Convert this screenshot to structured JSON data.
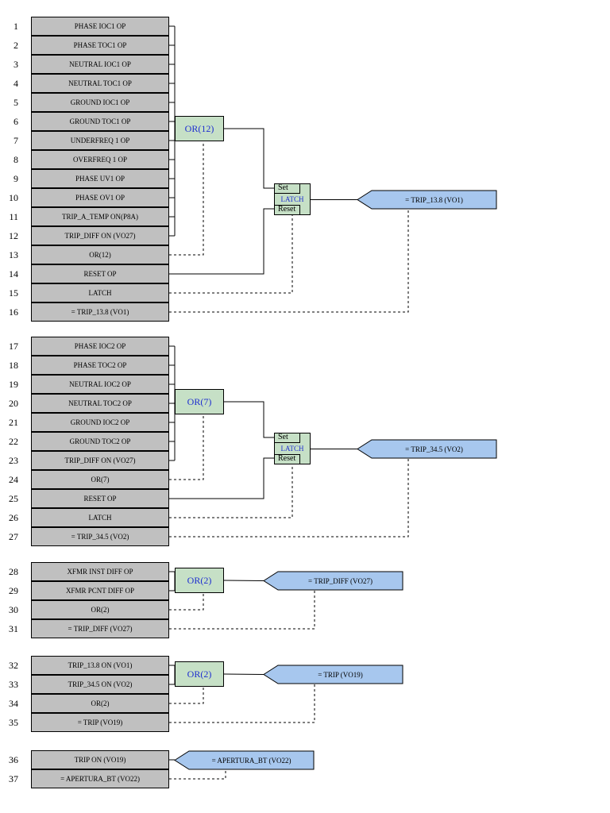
{
  "groups": [
    {
      "rows": [
        {
          "n": "1",
          "label": "PHASE IOC1 OP"
        },
        {
          "n": "2",
          "label": "PHASE TOC1 OP"
        },
        {
          "n": "3",
          "label": "NEUTRAL IOC1 OP"
        },
        {
          "n": "4",
          "label": "NEUTRAL TOC1 OP"
        },
        {
          "n": "5",
          "label": "GROUND IOC1 OP"
        },
        {
          "n": "6",
          "label": "GROUND TOC1 OP"
        },
        {
          "n": "7",
          "label": "UNDERFREQ 1 OP"
        },
        {
          "n": "8",
          "label": "OVERFREQ 1 OP"
        },
        {
          "n": "9",
          "label": "PHASE UV1 OP"
        },
        {
          "n": "10",
          "label": "PHASE OV1 OP"
        },
        {
          "n": "11",
          "label": "TRIP_A_TEMP ON(P8A)"
        },
        {
          "n": "12",
          "label": "TRIP_DIFF ON (VO27)"
        },
        {
          "n": "13",
          "label": "OR(12)"
        },
        {
          "n": "14",
          "label": "RESET OP"
        },
        {
          "n": "15",
          "label": "LATCH"
        },
        {
          "n": "16",
          "label": "= TRIP_13.8 (VO1)"
        }
      ],
      "gate": "OR(12)",
      "latch": {
        "set": "Set",
        "name": "LATCH",
        "reset": "Reset"
      },
      "output": "= TRIP_13.8 (VO1)"
    },
    {
      "rows": [
        {
          "n": "17",
          "label": "PHASE IOC2 OP"
        },
        {
          "n": "18",
          "label": "PHASE TOC2 OP"
        },
        {
          "n": "19",
          "label": "NEUTRAL IOC2 OP"
        },
        {
          "n": "20",
          "label": "NEUTRAL TOC2 OP"
        },
        {
          "n": "21",
          "label": "GROUND IOC2 OP"
        },
        {
          "n": "22",
          "label": "GROUND TOC2 OP"
        },
        {
          "n": "23",
          "label": "TRIP_DIFF ON (VO27)"
        },
        {
          "n": "24",
          "label": "OR(7)"
        },
        {
          "n": "25",
          "label": "RESET OP"
        },
        {
          "n": "26",
          "label": "LATCH"
        },
        {
          "n": "27",
          "label": "= TRIP_34.5 (VO2)"
        }
      ],
      "gate": "OR(7)",
      "latch": {
        "set": "Set",
        "name": "LATCH",
        "reset": "Reset"
      },
      "output": "= TRIP_34.5 (VO2)"
    },
    {
      "rows": [
        {
          "n": "28",
          "label": "XFMR INST DIFF OP"
        },
        {
          "n": "29",
          "label": "XFMR PCNT DIFF OP"
        },
        {
          "n": "30",
          "label": "OR(2)"
        },
        {
          "n": "31",
          "label": "= TRIP_DIFF (VO27)"
        }
      ],
      "gate": "OR(2)",
      "output": "= TRIP_DIFF (VO27)"
    },
    {
      "rows": [
        {
          "n": "32",
          "label": "TRIP_13.8 ON (VO1)"
        },
        {
          "n": "33",
          "label": "TRIP_34.5 ON (VO2)"
        },
        {
          "n": "34",
          "label": "OR(2)"
        },
        {
          "n": "35",
          "label": "= TRIP (VO19)"
        }
      ],
      "gate": "OR(2)",
      "output": "= TRIP (VO19)"
    },
    {
      "rows": [
        {
          "n": "36",
          "label": "TRIP ON (VO19)"
        },
        {
          "n": "37",
          "label": "= APERTURA_BT (VO22)"
        }
      ],
      "output": "= APERTURA_BT (VO22)"
    }
  ],
  "colors": {
    "cell_fill": "#c0c0c0",
    "gate_fill": "#c6e0c6",
    "gate_text": "#1f2fd0",
    "output_fill": "#a7c7ee"
  }
}
